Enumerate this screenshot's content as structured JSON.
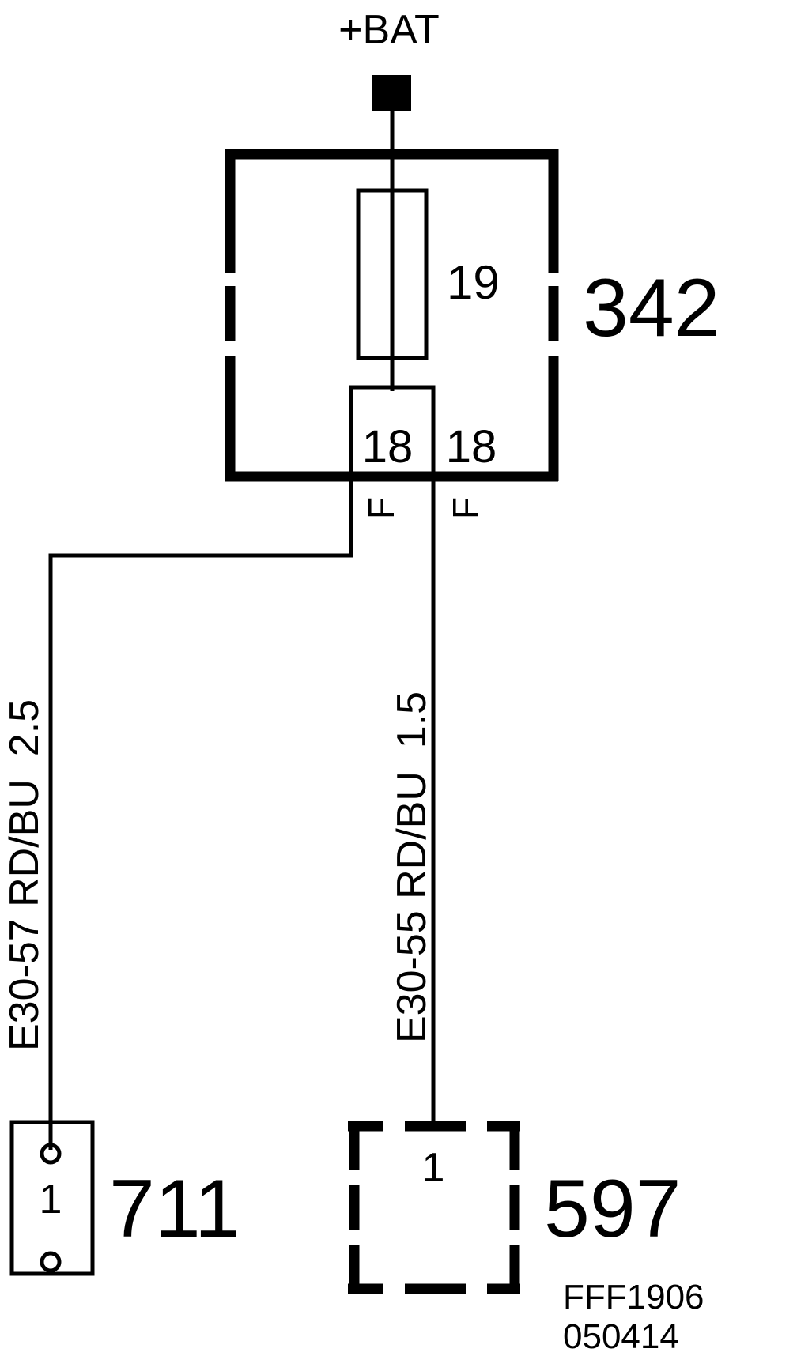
{
  "supply": {
    "label": "+BAT"
  },
  "fuse_box": {
    "id": "342",
    "fuse_number": "19",
    "terminal_left": "18",
    "terminal_right": "18",
    "pin_left_label": "F",
    "pin_right_label": "F"
  },
  "wires": [
    {
      "code": "E30-57",
      "color": "RD/BU",
      "gauge": "2.5",
      "label": "E30-57 RD/BU  2.5"
    },
    {
      "code": "E30-55",
      "color": "RD/BU",
      "gauge": "1.5",
      "label": "E30-55 RD/BU  1.5"
    }
  ],
  "components": [
    {
      "id": "711",
      "pin": "1"
    },
    {
      "id": "597",
      "pin": "1"
    }
  ],
  "footer": {
    "ref_code": "FFF1906",
    "date_code": "050414"
  }
}
